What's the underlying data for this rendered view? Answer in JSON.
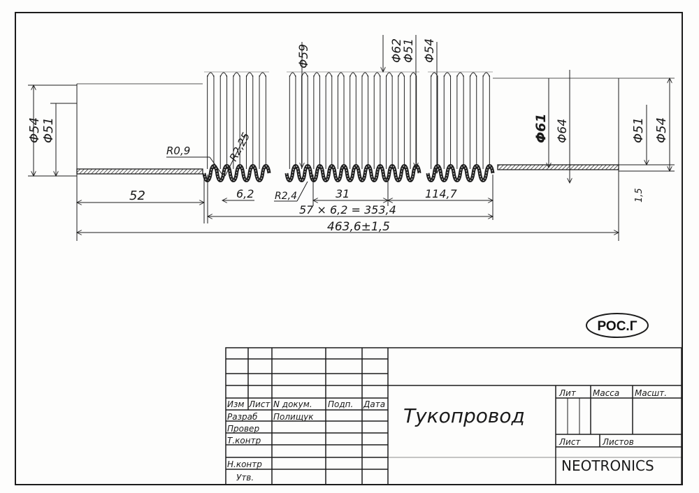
{
  "drawing": {
    "diameters": {
      "left_outer": "Φ54",
      "left_inner": "Φ51",
      "right_inner": "Φ51",
      "right_outer": "Φ54",
      "top_59": "Φ59",
      "top_62": "Φ62",
      "top_51": "Φ51",
      "top_54": "Φ54",
      "mid_61": "Φ61",
      "mid_64": "Φ64"
    },
    "radii": {
      "r09": "R0,9",
      "r225": "R2,25",
      "r24": "R2,4"
    },
    "dimensions": {
      "d52": "52",
      "d62": "6,2",
      "d31": "31",
      "d1147": "114,7",
      "pitch": "57 × 6,2 = 353,4",
      "total": "463,6±1,5",
      "wall": "1,5"
    },
    "stamp": "РОС.Г"
  },
  "title_block": {
    "headers": [
      "Изм",
      "Лист",
      "N докум.",
      "Подп.",
      "Дата"
    ],
    "roles": [
      "Разраб",
      "Провер",
      "Т.контр",
      "",
      "Н.контр",
      "Утв."
    ],
    "developer": "Полищук",
    "title": "Тукопровод",
    "lit": "Лит",
    "mass": "Масса",
    "scale": "Масшт.",
    "sheet": "Лист",
    "sheets": "Листов",
    "company": "NEOTRONICS"
  }
}
